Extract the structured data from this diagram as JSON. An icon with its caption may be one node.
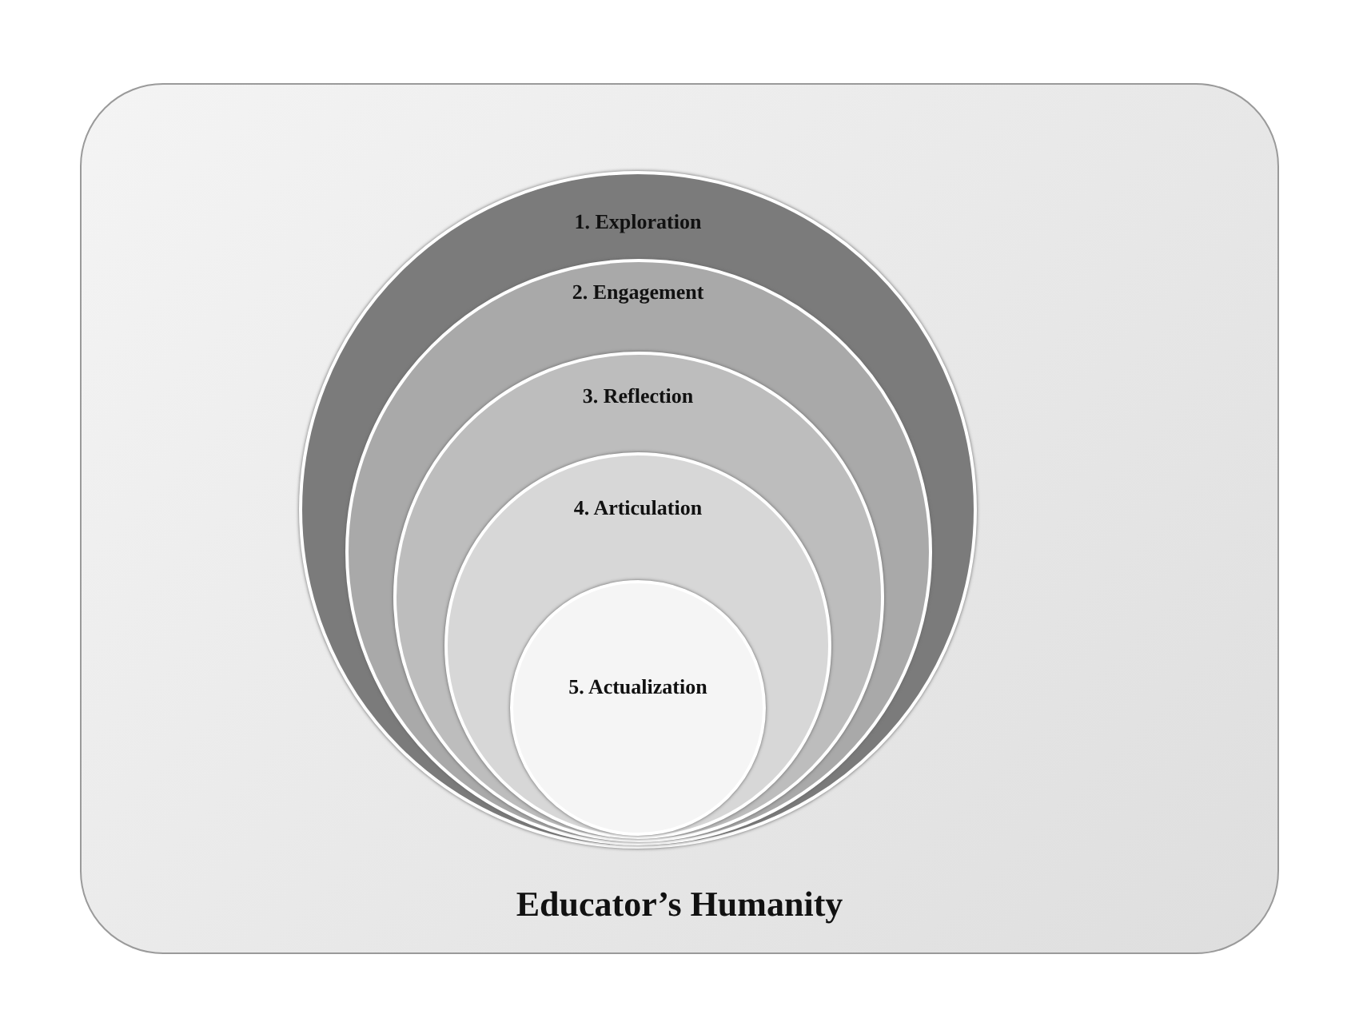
{
  "diagram": {
    "nodes": [
      {
        "text": [
          "Educator’s Humanity"
        ]
      },
      {
        "text": [
          "1. Exploration"
        ],
        "in": 0
      },
      {
        "text": [
          "2. Engagement"
        ],
        "in": 1
      },
      {
        "text": [
          "3. Reflection"
        ],
        "in": 2
      },
      {
        "text": [
          "4. Articulation"
        ],
        "in": 3
      },
      {
        "text": [
          "5. Actualization"
        ],
        "in": 4
      }
    ]
  }
}
